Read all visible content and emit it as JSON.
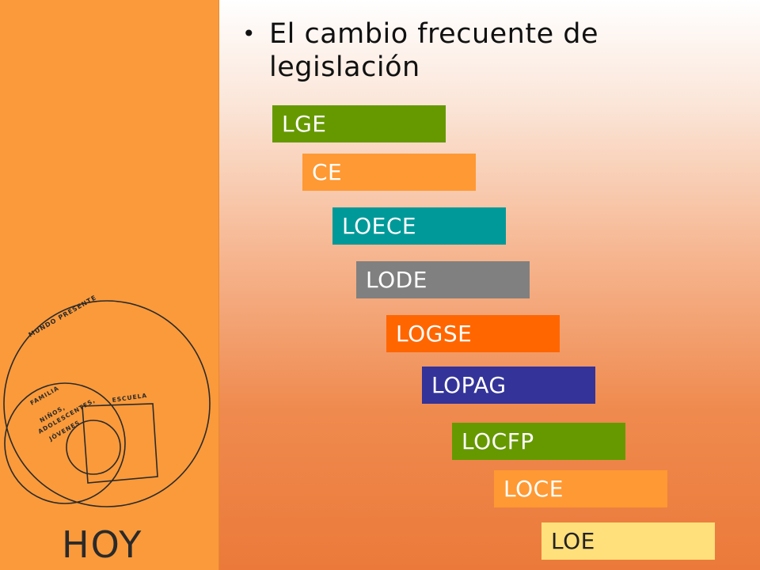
{
  "bullet": {
    "text": "El cambio frecuente de legislación"
  },
  "sketch": {
    "outer_label": "MUNDO PRESENTE",
    "family_label": "FAMILIA",
    "kids_label_1": "NIÑOS,",
    "kids_label_2": "ADOLESCENTES,",
    "kids_label_3": "JÓVENES",
    "school_label": "ESCUELA",
    "title": "HOY"
  },
  "laws": [
    {
      "label": "LGE",
      "color": "#669900",
      "text_color": "#ffffff"
    },
    {
      "label": "CE",
      "color": "#ff9933",
      "text_color": "#ffffff"
    },
    {
      "label": "LOECE",
      "color": "#009999",
      "text_color": "#ffffff"
    },
    {
      "label": "LODE",
      "color": "#808080",
      "text_color": "#ffffff"
    },
    {
      "label": "LOGSE",
      "color": "#ff6600",
      "text_color": "#ffffff"
    },
    {
      "label": "LOPAG",
      "color": "#333399",
      "text_color": "#ffffff"
    },
    {
      "label": "LOCFP",
      "color": "#669900",
      "text_color": "#ffffff"
    },
    {
      "label": "LOCE",
      "color": "#ff9933",
      "text_color": "#ffffff"
    },
    {
      "label": "LOE",
      "color": "#ffe07a",
      "text_color": "#222222"
    }
  ]
}
